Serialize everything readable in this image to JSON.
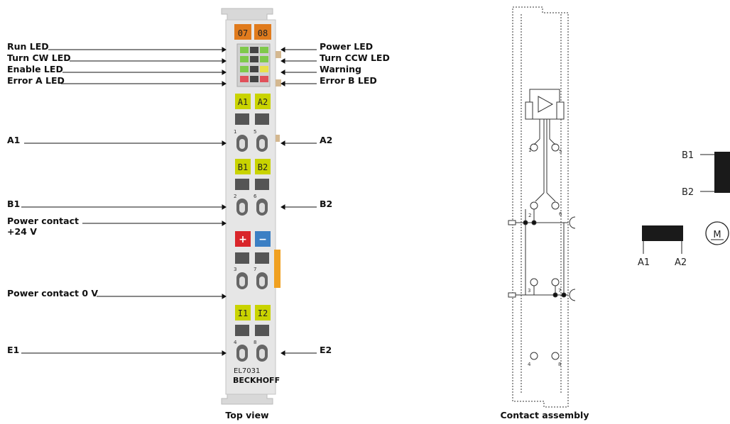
{
  "top_view": {
    "caption": "Top view",
    "model": "EL7031",
    "brand": "BECKHOFF",
    "header_tags": [
      "07",
      "08"
    ],
    "pair_a": [
      "A1",
      "A2"
    ],
    "pair_b": [
      "B1",
      "B2"
    ],
    "pair_i": [
      "I1",
      "I2"
    ],
    "power_symbols": [
      "+",
      "−"
    ],
    "terminal_numbers": [
      "1",
      "5",
      "2",
      "6",
      "3",
      "7",
      "4",
      "8"
    ],
    "labels_left": [
      "Run LED",
      "Turn CW LED",
      "Enable LED",
      "Error A LED",
      "A1",
      "B1",
      "Power contact",
      "+24 V",
      "Power contact 0 V",
      "E1"
    ],
    "labels_right": [
      "Power LED",
      "Turn CCW LED",
      "Warning",
      "Error B LED",
      "A2",
      "B2",
      "E2"
    ]
  },
  "contact_assembly": {
    "caption": "Contact assembly",
    "numbers": [
      "1",
      "5",
      "2",
      "6",
      "3",
      "7",
      "4",
      "8"
    ]
  },
  "motor_schematic": {
    "labels": [
      "B1",
      "B2",
      "A1",
      "A2"
    ],
    "motor_symbol": "M"
  },
  "colors": {
    "orange_tag": "#e07b1d",
    "yellow_green_tag": "#c9d300",
    "plus_red": "#d9252a",
    "minus_blue": "#3b7fc4",
    "housing": "#e6e6e6"
  }
}
